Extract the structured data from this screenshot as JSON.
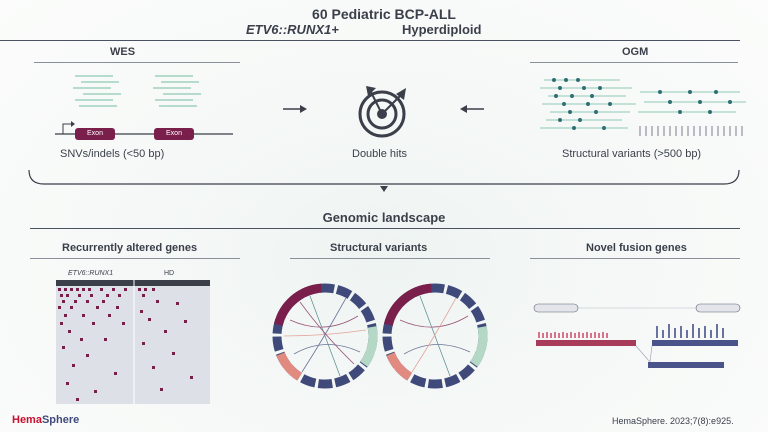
{
  "header": {
    "title": "60 Pediatric BCP-ALL",
    "subtype_left": "ETV6::RUNX1+",
    "subtype_right": "Hyperdiploid"
  },
  "wes": {
    "label": "WES",
    "exon": "Exon",
    "caption": "SNVs/indels (<50 bp)"
  },
  "center": {
    "caption": "Double hits"
  },
  "ogm": {
    "label": "OGM",
    "caption": "Structural variants (>500 bp)"
  },
  "landscape": {
    "title": "Genomic landscape",
    "panels": [
      {
        "title": "Recurrently altered genes"
      },
      {
        "title": "Structural variants"
      },
      {
        "title": "Novel fusion genes"
      }
    ],
    "heatmap": {
      "col1": "ETV6::RUNX1",
      "col2": "HD"
    }
  },
  "footer": {
    "brand_a": "Hema",
    "brand_b": "Sphere",
    "citation": "HemaSphere. 2023;7(8):e925."
  },
  "colors": {
    "maroon": "#7a1f4c",
    "teal": "#2e6f73",
    "dark": "#3a3f4a",
    "brand_red": "#c8102e"
  },
  "icons": [
    "arrow-right-icon",
    "target-icon",
    "arrow-left-icon",
    "dropdown-triangle-icon"
  ]
}
